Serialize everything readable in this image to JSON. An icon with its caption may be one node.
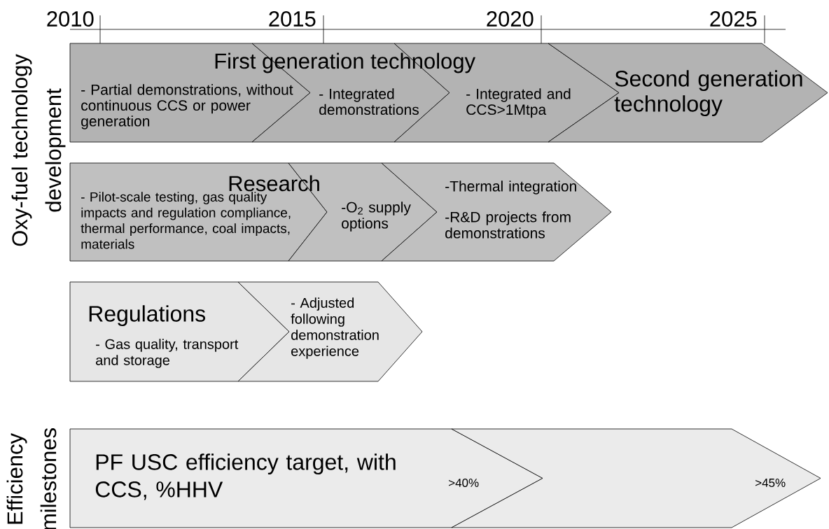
{
  "diagram": {
    "nodes": [
      {
        "text": [
          "- Partial demonstrations, without continuous CCS or power generation"
        ]
      },
      {
        "text": [
          "- Integrated demonstrations"
        ]
      },
      {
        "text": [
          "- Integrated and CCS>1Mtpa"
        ]
      },
      {
        "text": [
          "Second generation technology"
        ]
      },
      {
        "text": [
          "- Pilot-scale testing, gas quality impacts and regulation compliance, thermal performance, coal impacts, materials"
        ]
      },
      {
        "text": [
          "-O$_{2}$ supply options"
        ]
      },
      {
        "text": [
          "-Thermal integration",
          "-R&D projects from demonstrations"
        ]
      },
      {
        "text": [
          "Regulations",
          "- Gas quality, transport and storage"
        ]
      },
      {
        "text": [
          "- Adjusted following demonstration experience"
        ]
      },
      {
        "text": [
          "PF USC efficiency target, with CCS, %HHV",
          ">40%"
        ]
      },
      {
        "text": [
          ">45%"
        ]
      }
    ],
    "labels": [
      "2010",
      "2015",
      "2020",
      "2025",
      "Oxy-fuel technology development",
      "First generation technology",
      "Research",
      "Efficiency milestones"
    ]
  }
}
